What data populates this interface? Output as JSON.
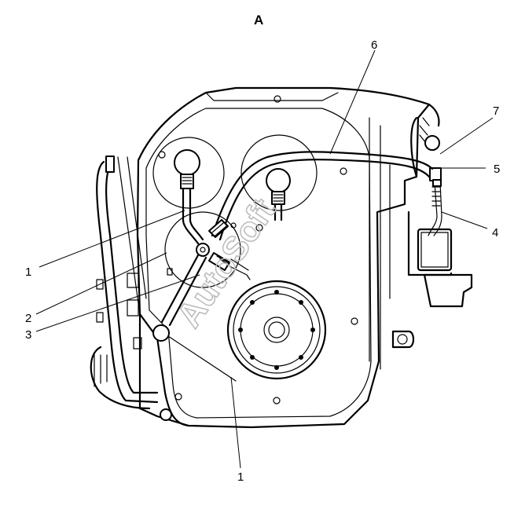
{
  "view_label": "A",
  "watermark": "AutoSoft",
  "callouts": [
    {
      "id": "callout-6",
      "text": "6"
    },
    {
      "id": "callout-7",
      "text": "7"
    },
    {
      "id": "callout-5",
      "text": "5"
    },
    {
      "id": "callout-4",
      "text": "4"
    },
    {
      "id": "callout-1-left",
      "text": "1"
    },
    {
      "id": "callout-2",
      "text": "2"
    },
    {
      "id": "callout-3",
      "text": "3"
    },
    {
      "id": "callout-1-bottom",
      "text": "1"
    }
  ]
}
